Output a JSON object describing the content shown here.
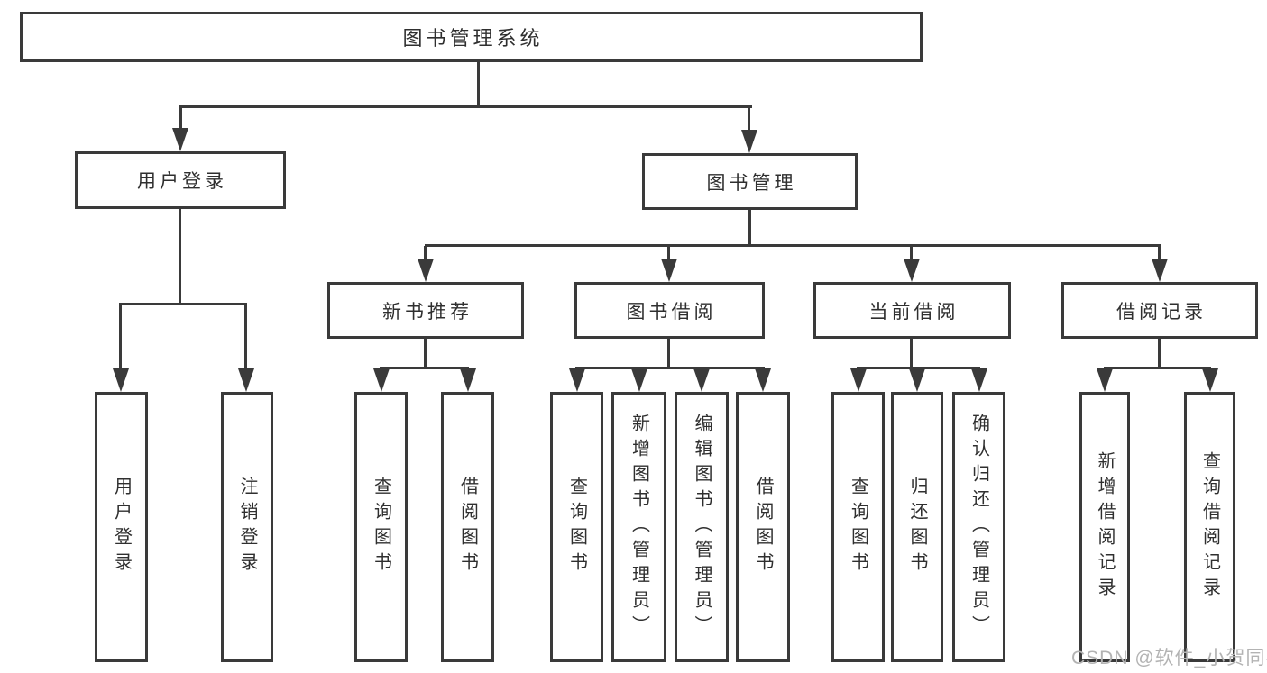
{
  "tree": {
    "root": {
      "label": "图书管理系统",
      "children": [
        {
          "label": "用户登录",
          "children": [
            {
              "label": "用户登录"
            },
            {
              "label": "注销登录"
            }
          ]
        },
        {
          "label": "图书管理",
          "children": [
            {
              "label": "新书推荐",
              "children": [
                {
                  "label": "查询图书"
                },
                {
                  "label": "借阅图书"
                }
              ]
            },
            {
              "label": "图书借阅",
              "children": [
                {
                  "label": "查询图书"
                },
                {
                  "label": "新增图书（管理员）"
                },
                {
                  "label": "编辑图书（管理员）"
                },
                {
                  "label": "借阅图书"
                }
              ]
            },
            {
              "label": "当前借阅",
              "children": [
                {
                  "label": "查询图书"
                },
                {
                  "label": "归还图书"
                },
                {
                  "label": "确认归还（管理员）"
                }
              ]
            },
            {
              "label": "借阅记录",
              "children": [
                {
                  "label": "新增借阅记录"
                },
                {
                  "label": "查询借阅记录"
                }
              ]
            }
          ]
        }
      ]
    }
  },
  "watermark": {
    "text": "CSDN @软件_小贺同学"
  },
  "colors": {
    "line": "#3a3a3a",
    "text": "#2f2f2f",
    "watermark": "#b3b3b3"
  }
}
